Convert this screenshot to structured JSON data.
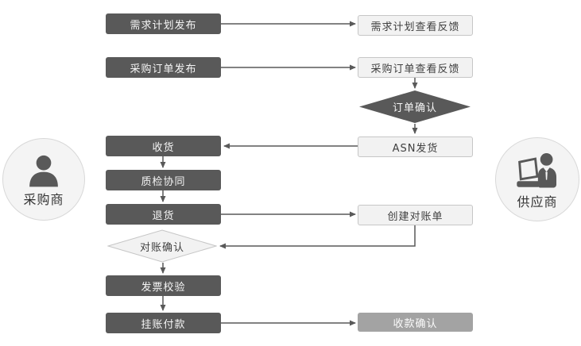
{
  "actors": {
    "buyer": {
      "label": "采购商"
    },
    "supplier": {
      "label": "供应商"
    }
  },
  "nodes": {
    "demand_plan_publish": {
      "label": "需求计划发布",
      "type": "process-dark"
    },
    "demand_plan_view": {
      "label": "需求计划查看反馈",
      "type": "process-light"
    },
    "po_publish": {
      "label": "采购订单发布",
      "type": "process-dark"
    },
    "po_view": {
      "label": "采购订单查看反馈",
      "type": "process-light"
    },
    "order_confirm": {
      "label": "订单确认",
      "type": "decision-dark"
    },
    "asn_ship": {
      "label": "ASN发货",
      "type": "process-light"
    },
    "receive": {
      "label": "收货",
      "type": "process-dark"
    },
    "quality_check": {
      "label": "质检协同",
      "type": "process-dark"
    },
    "return_goods": {
      "label": "退货",
      "type": "process-dark"
    },
    "create_statement": {
      "label": "创建对账单",
      "type": "process-light"
    },
    "reconcile_confirm": {
      "label": "对账确认",
      "type": "decision-light"
    },
    "invoice_verify": {
      "label": "发票校验",
      "type": "process-dark"
    },
    "pending_payment": {
      "label": "挂账付款",
      "type": "process-dark"
    },
    "receipt_confirm": {
      "label": "收款确认",
      "type": "process-medium"
    }
  },
  "edges": [
    {
      "from": "demand_plan_publish",
      "to": "demand_plan_view"
    },
    {
      "from": "po_publish",
      "to": "po_view"
    },
    {
      "from": "po_view",
      "to": "order_confirm"
    },
    {
      "from": "order_confirm",
      "to": "asn_ship"
    },
    {
      "from": "asn_ship",
      "to": "receive"
    },
    {
      "from": "receive",
      "to": "quality_check"
    },
    {
      "from": "quality_check",
      "to": "return_goods"
    },
    {
      "from": "return_goods",
      "to": "create_statement"
    },
    {
      "from": "create_statement",
      "to": "reconcile_confirm"
    },
    {
      "from": "reconcile_confirm",
      "to": "invoice_verify"
    },
    {
      "from": "invoice_verify",
      "to": "pending_payment"
    },
    {
      "from": "pending_payment",
      "to": "receipt_confirm"
    }
  ],
  "colors": {
    "background": "#ffffff",
    "dark_node": "#595959",
    "dark_node_text": "#f5f5f5",
    "light_node_bg": "#f2f2f2",
    "light_node_border": "#c6c6c6",
    "light_node_text": "#404040",
    "medium_node": "#a3a3a3",
    "medium_node_text": "#fbfbfb",
    "connector": "#595959",
    "actor_circle_bg": "#f4f4f4",
    "actor_circle_border": "#d8d8d8",
    "actor_icon": "#595959",
    "actor_text": "#333333"
  }
}
